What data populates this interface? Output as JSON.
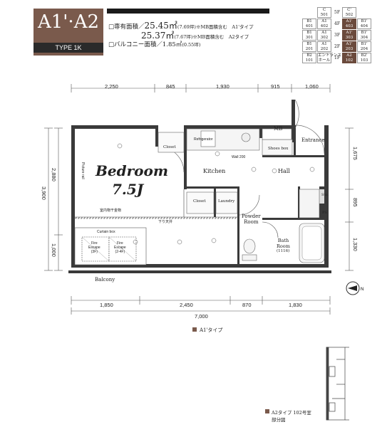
{
  "header": {
    "unit_name": "A1'·A2",
    "type_label": "TYPE 1K",
    "specs": {
      "area_label": "□専有面積／",
      "a1_area": "25.45㎡",
      "a1_tsubo": "(7.69坪)",
      "a1_note": "※MB面積含む　A1'タイプ",
      "a2_area": "25.37㎡",
      "a2_tsubo": "(7.67坪)",
      "a2_note": "※MB面積含む　A2タイプ",
      "balcony_label": "□バルコニー面積／",
      "balcony_area": "1.85㎡",
      "balcony_tsubo": "(0.55坪)"
    }
  },
  "floor_key": {
    "floors": [
      "3F",
      "4F",
      "3F",
      "2F",
      "1F"
    ],
    "rows": [
      [
        {
          "t": "C\n501",
          "d": false
        },
        {
          "t": "5F",
          "d": false
        },
        {
          "t": "C'\n502",
          "d": false
        }
      ],
      [
        {
          "t": "B1\n401",
          "d": false
        },
        {
          "t": "A1\n402",
          "d": false
        },
        {
          "t": "A1'\n403",
          "d": true
        },
        {
          "t": "B1'\n404",
          "d": false
        }
      ],
      [
        {
          "t": "B1\n301",
          "d": false
        },
        {
          "t": "A1\n302",
          "d": false
        },
        {
          "t": "A1'\n303",
          "d": true
        },
        {
          "t": "B1'\n304",
          "d": false
        }
      ],
      [
        {
          "t": "B1\n201",
          "d": false
        },
        {
          "t": "A1\n202",
          "d": false
        },
        {
          "t": "A1'\n203",
          "d": true
        },
        {
          "t": "B1'\n204",
          "d": false
        }
      ],
      [
        {
          "t": "B2\n101",
          "d": false
        },
        {
          "t": "エントランス\nホール",
          "d": false
        },
        {
          "t": "A2\n102",
          "d": true
        },
        {
          "t": "B2'\n103",
          "d": false
        }
      ]
    ]
  },
  "dimensions": {
    "top": [
      "2,250",
      "845",
      "1,930",
      "915",
      "1,060"
    ],
    "bottom": [
      "1,850",
      "2,450",
      "870",
      "1,830"
    ],
    "bottom_total": "7,000",
    "left_outer": "3,900",
    "left_inner": "2,880",
    "left_low": "1,000",
    "right": [
      "1,675",
      "895",
      "1,330"
    ]
  },
  "rooms": {
    "bedroom_title": "Bedroom",
    "bedroom_size": "7.5J",
    "kitchen": "Kitchen",
    "hall": "Hall",
    "entrance": "Entrance",
    "closet_top": "Closet",
    "closet_small": "Closet",
    "laundry": "Laundry",
    "powder_room": "Powder\nRoom",
    "bath_room": "Bath\nRoom",
    "bath_size": "(1116)",
    "mb": "MB",
    "shoes_box": "Shoes box",
    "sto": "Sto.",
    "ps": "PS",
    "balcony": "Balcony",
    "refrigerator": "Refrigerator",
    "wall_200": "Wall 200",
    "picture_rail": "Picture rail",
    "indoor_hanger": "室内物干金物",
    "dropped_ceiling": "下り天井",
    "curtain_box": "Curtain box",
    "fire_escape_1": "Fire\nEscape\n(3F)",
    "fire_escape_2": "Fire\nEscape\n(2-4F)"
  },
  "legend": {
    "a1_label": "A1'タイプ",
    "a2_label": "A2タイプ 102号室\n部分図"
  },
  "colors": {
    "accent": "#7a5a4c",
    "dark": "#1a1a1a",
    "wall": "#333333"
  }
}
